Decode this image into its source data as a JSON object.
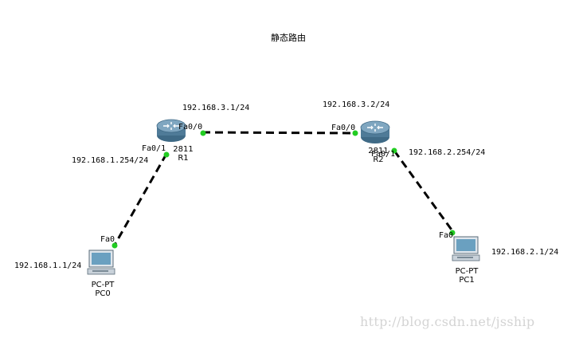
{
  "title": "静态路由",
  "watermark": "http://blog.csdn.net/jsship",
  "colors": {
    "link": "#000000",
    "port_up": "#22cc22",
    "router_body": "#5f8aa6",
    "pc_screen": "#6aa0c0"
  },
  "devices": {
    "r1": {
      "model": "2811",
      "name": "R1",
      "icon": "router-icon"
    },
    "r2": {
      "model": "2811",
      "name": "R2",
      "icon": "router-icon"
    },
    "pc0": {
      "model": "PC-PT",
      "name": "PC0",
      "icon": "pc-icon"
    },
    "pc1": {
      "model": "PC-PT",
      "name": "PC1",
      "icon": "pc-icon"
    }
  },
  "ports": {
    "r1_fa00": "Fa0/0",
    "r1_fa01": "Fa0/1",
    "r2_fa00": "Fa0/0",
    "r2_fa01": "Fa0/1",
    "pc0_fa0": "Fa0",
    "pc1_fa0": "Fa0"
  },
  "addresses": {
    "r1_fa00": "192.168.3.1/24",
    "r2_fa00": "192.168.3.2/24",
    "r1_fa01": "192.168.1.254/24",
    "r2_fa01": "192.168.2.254/24",
    "pc0": "192.168.1.1/24",
    "pc1": "192.168.2.1/24"
  },
  "links": [
    {
      "from": "r1",
      "to": "r2",
      "style": "dashed"
    },
    {
      "from": "r1",
      "to": "pc0",
      "style": "dashed"
    },
    {
      "from": "r2",
      "to": "pc1",
      "style": "dashed"
    }
  ]
}
